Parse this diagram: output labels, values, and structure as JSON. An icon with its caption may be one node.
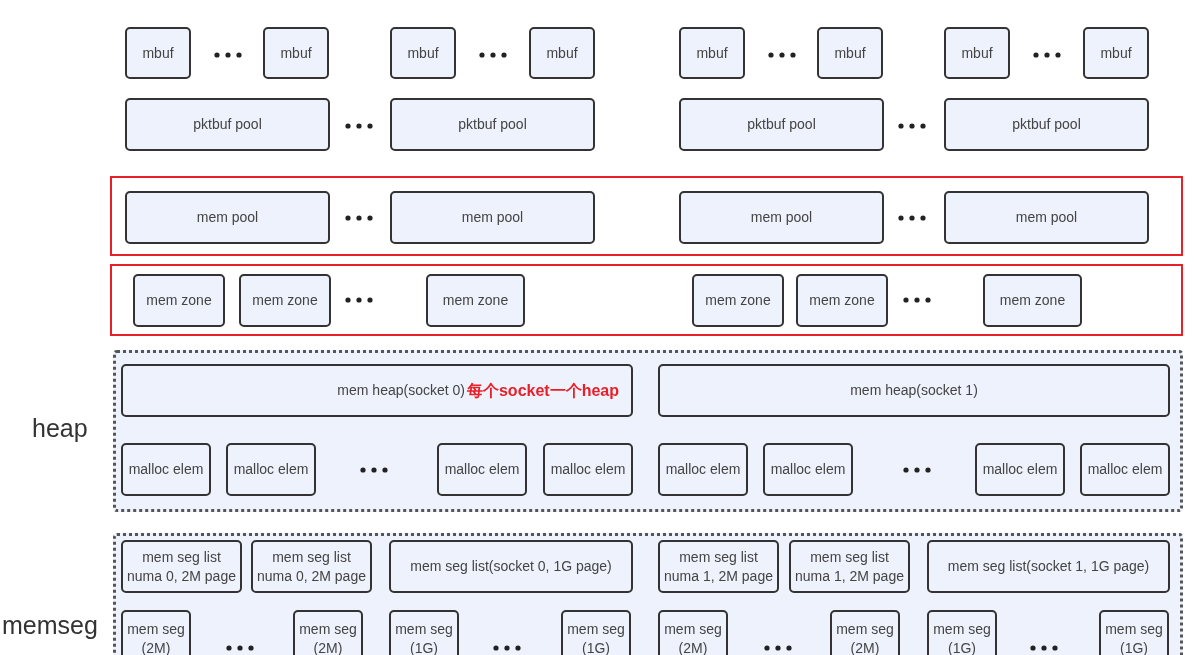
{
  "diagram": {
    "nodes": [
      {
        "text": [
          "mbuf"
        ]
      },
      {
        "text": [
          "mbuf"
        ]
      },
      {
        "text": [
          "mbuf"
        ]
      },
      {
        "text": [
          "mbuf"
        ]
      },
      {
        "text": [
          "mbuf"
        ]
      },
      {
        "text": [
          "mbuf"
        ]
      },
      {
        "text": [
          "mbuf"
        ]
      },
      {
        "text": [
          "mbuf"
        ]
      },
      {
        "text": [
          "pktbuf pool"
        ]
      },
      {
        "text": [
          "pktbuf pool"
        ]
      },
      {
        "text": [
          "pktbuf pool"
        ]
      },
      {
        "text": [
          "pktbuf pool"
        ]
      },
      {
        "text": [],
        "shape": "box"
      },
      {
        "text": [
          "mem pool"
        ],
        "in": 12
      },
      {
        "text": [
          "mem pool"
        ],
        "in": 12
      },
      {
        "text": [
          "mem pool"
        ],
        "in": 12
      },
      {
        "text": [
          "mem pool"
        ],
        "in": 12
      },
      {
        "text": [],
        "shape": "box"
      },
      {
        "text": [
          "mem zone"
        ],
        "in": 17
      },
      {
        "text": [
          "mem zone"
        ],
        "in": 17
      },
      {
        "text": [
          "mem zone"
        ],
        "in": 17
      },
      {
        "text": [
          "mem zone"
        ],
        "in": 17
      },
      {
        "text": [
          "mem zone"
        ],
        "in": 17
      },
      {
        "text": [
          "mem zone"
        ],
        "in": 17
      },
      {
        "text": [
          "heap"
        ]
      },
      {
        "text": [
          "mem heap(socket 0)",
          "每个socket一个heap"
        ],
        "in": 24
      },
      {
        "text": [
          "mem heap(socket 1)"
        ],
        "in": 24
      },
      {
        "text": [
          "malloc elem"
        ],
        "in": 24
      },
      {
        "text": [
          "malloc elem"
        ],
        "in": 24
      },
      {
        "text": [
          "malloc elem"
        ],
        "in": 24
      },
      {
        "text": [
          "malloc elem"
        ],
        "in": 24
      },
      {
        "text": [
          "malloc elem"
        ],
        "in": 24
      },
      {
        "text": [
          "malloc elem"
        ],
        "in": 24
      },
      {
        "text": [
          "malloc elem"
        ],
        "in": 24
      },
      {
        "text": [
          "malloc elem"
        ],
        "in": 24
      },
      {
        "text": [
          "memseg"
        ]
      },
      {
        "text": [
          "mem seg list numa 0, 2M page"
        ],
        "in": 35
      },
      {
        "text": [
          "mem seg list numa 0, 2M page"
        ],
        "in": 35
      },
      {
        "text": [
          "mem seg list(socket 0, 1G page)"
        ],
        "in": 35
      },
      {
        "text": [
          "mem seg list numa 1, 2M page"
        ],
        "in": 35
      },
      {
        "text": [
          "mem seg list numa 1, 2M page"
        ],
        "in": 35
      },
      {
        "text": [
          "mem seg list(socket 1, 1G page)"
        ],
        "in": 35
      },
      {
        "text": [
          "mem seg (2M)"
        ],
        "in": 35
      },
      {
        "text": [
          "mem seg (2M)"
        ],
        "in": 35
      },
      {
        "text": [
          "mem seg (1G)"
        ],
        "in": 35
      },
      {
        "text": [
          "mem seg (1G)"
        ],
        "in": 35
      },
      {
        "text": [
          "mem seg (2M)"
        ],
        "in": 35
      },
      {
        "text": [
          "mem seg (2M)"
        ],
        "in": 35
      },
      {
        "text": [
          "mem seg (1G)"
        ],
        "in": 35
      },
      {
        "text": [
          "mem seg (1G)"
        ],
        "in": 35
      }
    ]
  }
}
